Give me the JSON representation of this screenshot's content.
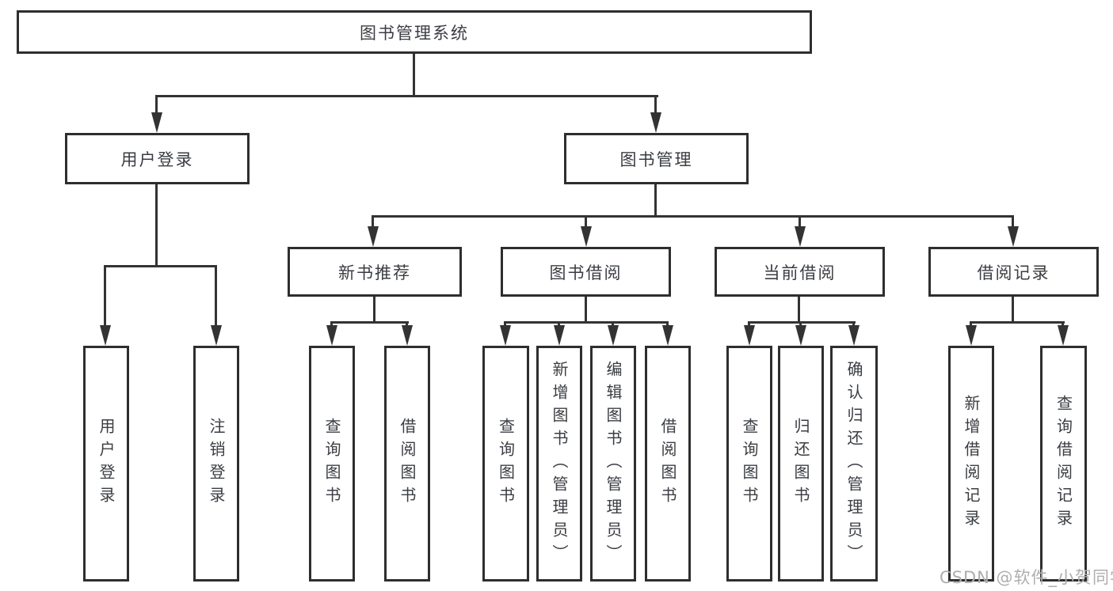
{
  "diagram_type": "hierarchy-tree",
  "tree": {
    "label": "图书管理系统",
    "children": [
      {
        "label": "用户登录",
        "children": [
          {
            "label": "用户登录"
          },
          {
            "label": "注销登录"
          }
        ]
      },
      {
        "label": "图书管理",
        "children": [
          {
            "label": "新书推荐",
            "children": [
              {
                "label": "查询图书"
              },
              {
                "label": "借阅图书"
              }
            ]
          },
          {
            "label": "图书借阅",
            "children": [
              {
                "label": "查询图书"
              },
              {
                "label": "新增图书（管理员）"
              },
              {
                "label": "编辑图书（管理员）"
              },
              {
                "label": "借阅图书"
              }
            ]
          },
          {
            "label": "当前借阅",
            "children": [
              {
                "label": "查询图书"
              },
              {
                "label": "归还图书"
              },
              {
                "label": "确认归还（管理员）"
              }
            ]
          },
          {
            "label": "借阅记录",
            "children": [
              {
                "label": "新增借阅记录"
              },
              {
                "label": "查询借阅记录"
              }
            ]
          }
        ]
      }
    ]
  },
  "watermark": "CSDN @软件_小贺同学",
  "colors": {
    "line": "#333333",
    "box_border": "#2e2e2e",
    "text": "#3a3d42",
    "background": "#ffffff",
    "watermark": "#aeaeae"
  }
}
